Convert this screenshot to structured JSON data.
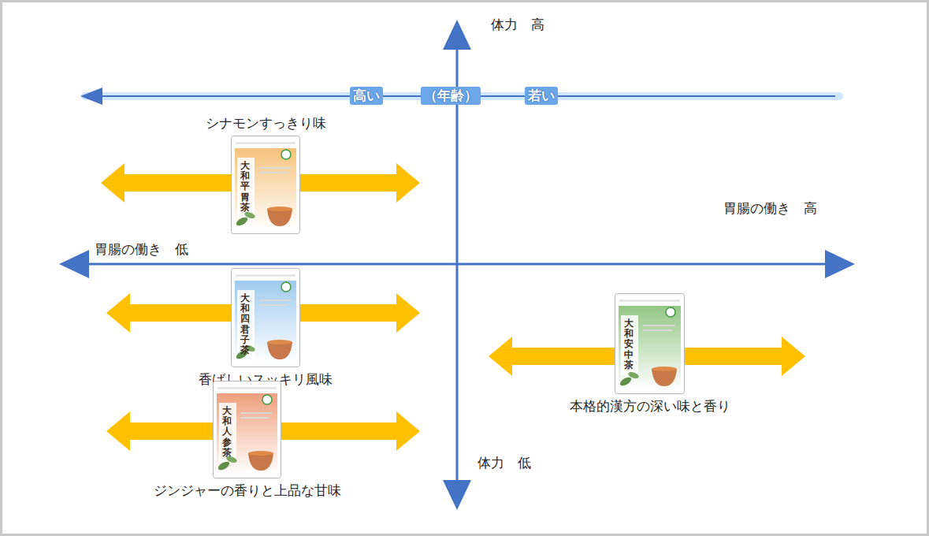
{
  "diagram": {
    "nodes": [
      {
        "text": [
          "シナモンすっきり味",
          "大和平胃茶"
        ]
      },
      {
        "text": [
          "香ばしいスッキリ風味",
          "大和四君子茶"
        ]
      },
      {
        "text": [
          "本格的漢方の深い味と香り",
          "大和安中茶"
        ]
      },
      {
        "text": [
          "ジンジャーの香りと上品な甘味",
          "大和人参茶"
        ]
      }
    ],
    "labels": [
      "体力　高",
      "高い",
      "（年齢）",
      "若い",
      "胃腸の働き　高",
      "胃腸の働き　低",
      "体力　低"
    ]
  }
}
